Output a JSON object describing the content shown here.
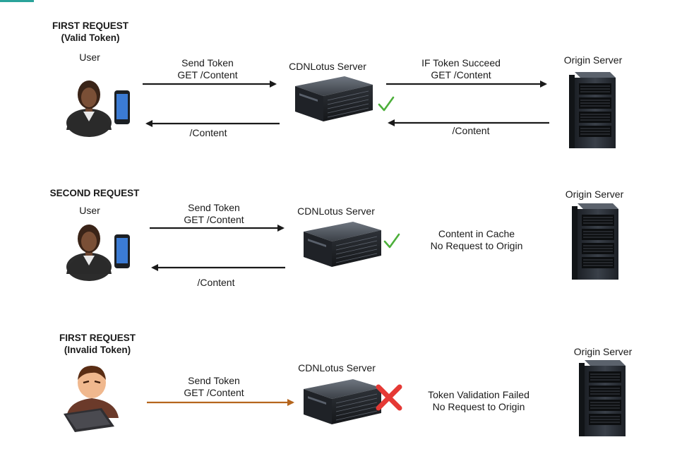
{
  "colors": {
    "arrow": "#1a1a1a",
    "invalid_arrow": "#b5651d",
    "check": "#4caf3a",
    "cross": "#e53935",
    "accent": "#2aa39a"
  },
  "icons": {
    "user": "user-with-phone-icon",
    "hacker": "hacker-laptop-icon",
    "cdn_server": "cdn-server-icon",
    "origin_server": "origin-server-rack-icon",
    "success": "checkmark-icon",
    "failure": "cross-icon"
  },
  "scenario1": {
    "title": "FIRST REQUEST",
    "subtitle": "(Valid Token)",
    "user_label": "User",
    "cdn_label": "CDNLotus Server",
    "origin_label": "Origin Server",
    "req_line1": "Send Token",
    "req_line2": "GET /Content",
    "resp": "/Content",
    "forward_line1": "IF Token Succeed",
    "forward_line2": "GET /Content",
    "origin_resp": "/Content"
  },
  "scenario2": {
    "title": "SECOND REQUEST",
    "user_label": "User",
    "cdn_label": "CDNLotus Server",
    "origin_label": "Origin Server",
    "req_line1": "Send Token",
    "req_line2": "GET /Content",
    "resp": "/Content",
    "note_line1": "Content in Cache",
    "note_line2": "No Request to Origin"
  },
  "scenario3": {
    "title": "FIRST REQUEST",
    "subtitle": "(Invalid Token)",
    "cdn_label": "CDNLotus Server",
    "origin_label": "Origin Server",
    "req_line1": "Send Token",
    "req_line2": "GET /Content",
    "note_line1": "Token Validation Failed",
    "note_line2": "No Request to Origin"
  }
}
